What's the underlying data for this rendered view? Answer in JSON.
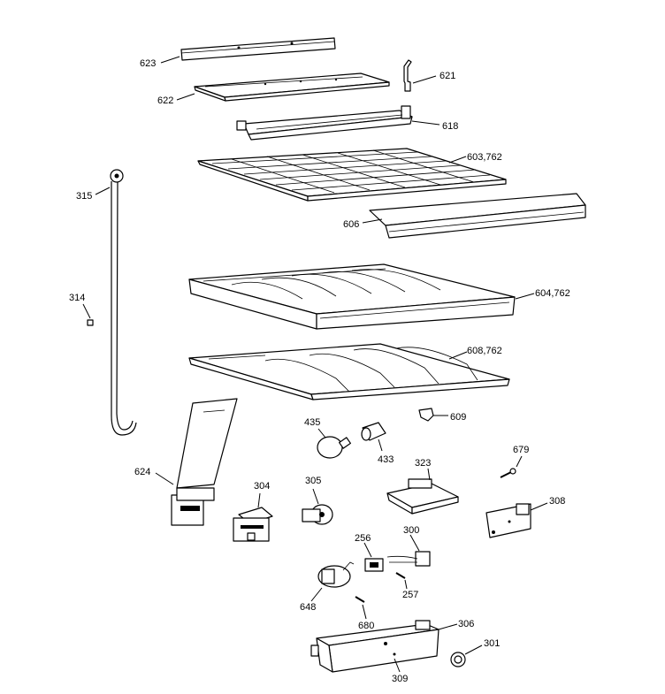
{
  "labels": {
    "p623": "623",
    "p622": "622",
    "p621": "621",
    "p618": "618",
    "p603": "603,762",
    "p315": "315",
    "p606": "606",
    "p314": "314",
    "p604": "604,762",
    "p608": "608,762",
    "p435": "435",
    "p609": "609",
    "p433": "433",
    "p679": "679",
    "p624": "624",
    "p323": "323",
    "p304": "304",
    "p305": "305",
    "p308": "308",
    "p256": "256",
    "p300": "300",
    "p257": "257",
    "p648": "648",
    "p680": "680",
    "p306": "306",
    "p301": "301",
    "p309": "309"
  }
}
